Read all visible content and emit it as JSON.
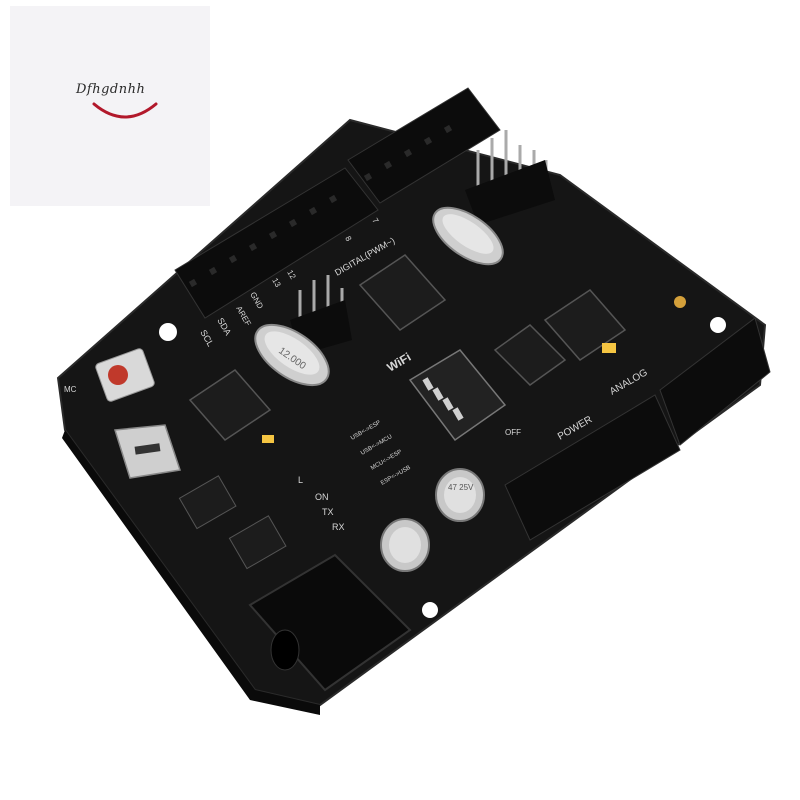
{
  "logo": {
    "text": "Dfhgdnhh",
    "smile_color": "#b2182b"
  },
  "board": {
    "colors": {
      "pcb": "#151515",
      "header": "#0c0c0c",
      "silk": "#d8d8d8",
      "button": "#c0392b",
      "led": "#f5c542"
    },
    "silkscreen": {
      "digital": "DIGITAL(PWM~)",
      "analog": "ANALOG",
      "power": "POWER",
      "wifi": "WiFi",
      "scl": "SCL",
      "sda": "SDA",
      "aref": "AREF",
      "gnd": "GND",
      "pin13": "13",
      "pin12": "12",
      "pin8": "8",
      "pin7": "7",
      "on": "ON",
      "tx": "TX",
      "rx": "RX",
      "off": "OFF",
      "l": "L",
      "mc": "MC",
      "switch_modes": [
        "USB<->ESP",
        "USB<->MCU",
        "MCU<->ESP",
        "ESP<->USB"
      ]
    },
    "crystal_left": "12.000",
    "capacitor_label": "47 25V"
  }
}
